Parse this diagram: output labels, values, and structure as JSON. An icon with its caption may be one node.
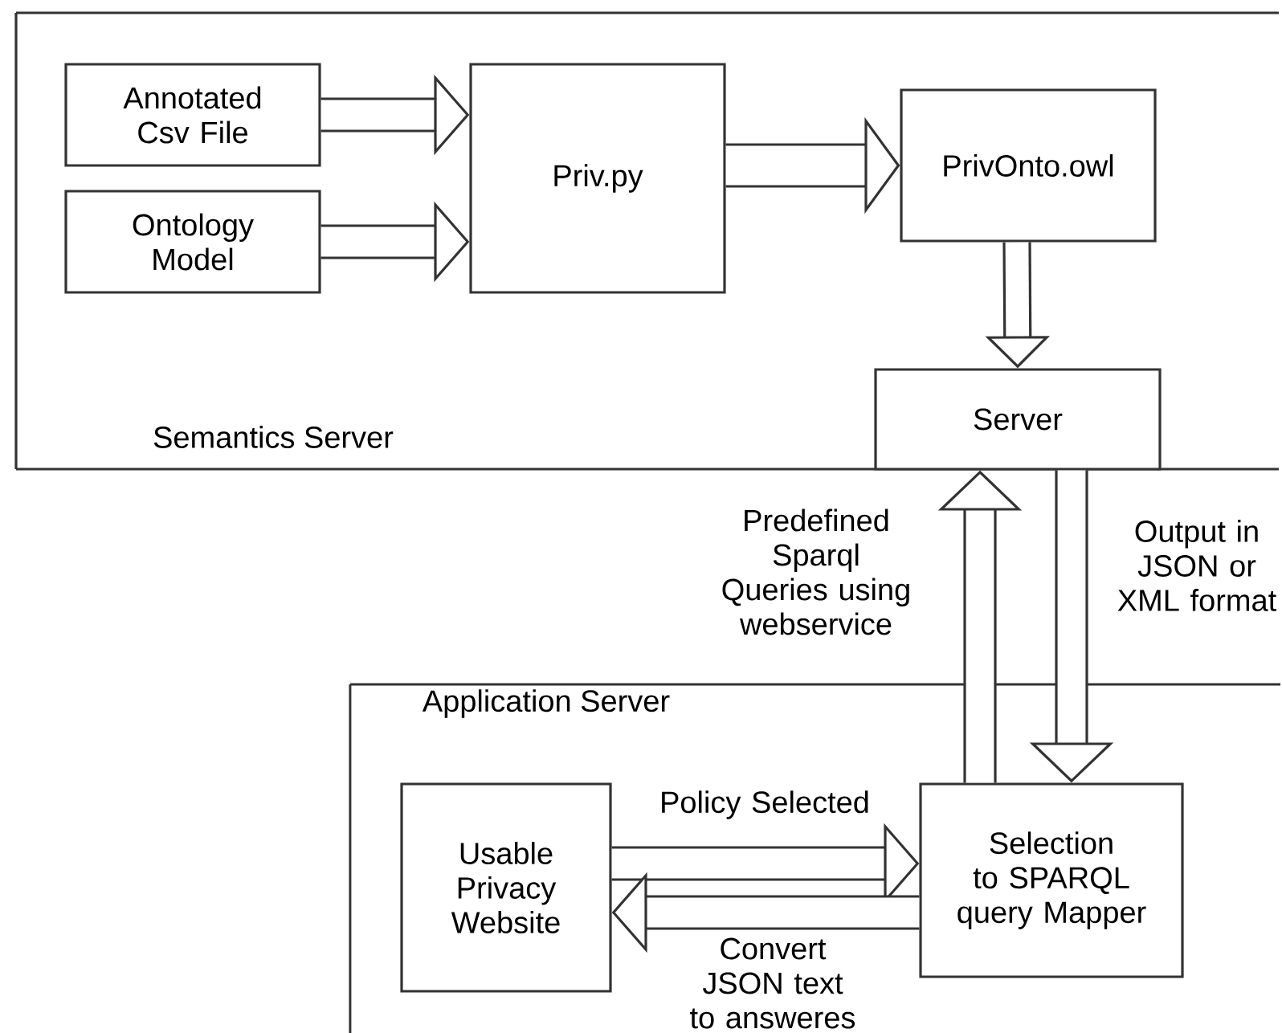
{
  "diagram": {
    "nodes": [
      {
        "text": [
          "Semantics Server"
        ]
      },
      {
        "text": [
          "Annotated Csv File"
        ],
        "in": 0
      },
      {
        "text": [
          "Ontology Model"
        ],
        "in": 0
      },
      {
        "text": [
          "Priv.py"
        ],
        "in": 0
      },
      {
        "text": [
          "PrivOnto.owl"
        ],
        "in": 0
      },
      {
        "text": [
          "Server"
        ],
        "in": 0
      },
      {
        "text": [
          "Application Server"
        ]
      },
      {
        "text": [
          "Usable Privacy Website"
        ],
        "in": 6
      },
      {
        "text": [
          "Selection to SPARQL query Mapper"
        ],
        "in": 6
      }
    ],
    "edges": [
      {
        "from": 1,
        "to": 3,
        "arrow": "to"
      },
      {
        "from": 2,
        "to": 3,
        "arrow": "to"
      },
      {
        "from": 3,
        "to": 4,
        "arrow": "to"
      },
      {
        "from": 4,
        "to": 5,
        "arrow": "to"
      },
      {
        "from": 8,
        "to": 5,
        "arrow": "to",
        "label": "Predefined Sparql Queries using webservice"
      },
      {
        "from": 5,
        "to": 8,
        "arrow": "to",
        "label": "Output in JSON or XML format"
      },
      {
        "from": 7,
        "to": 8,
        "arrow": "to",
        "label": "Policy Selected"
      },
      {
        "from": 8,
        "to": 7,
        "arrow": "to",
        "label": "Convert JSON text to answeres"
      }
    ]
  }
}
